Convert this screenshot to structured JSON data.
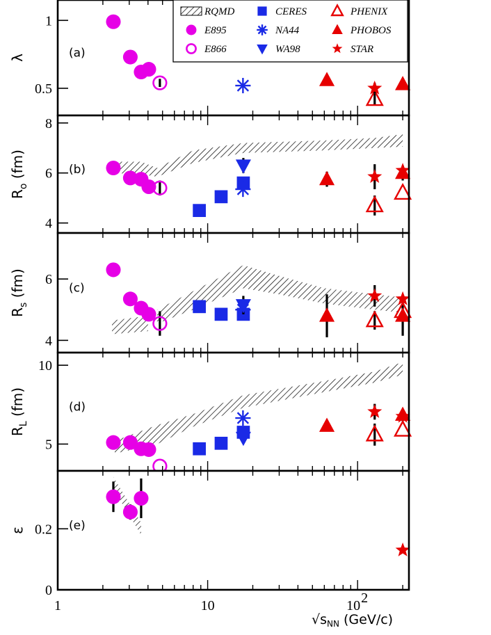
{
  "figure": {
    "xlabel": "√s",
    "xlabel_sub": "NN",
    "xlabel_unit": "(GeV/c)",
    "x_ticks": [
      {
        "value": 1,
        "label": "1"
      },
      {
        "value": 10,
        "label": "10"
      },
      {
        "value": 100,
        "label": "10",
        "sup": "2"
      }
    ]
  },
  "legend": [
    {
      "name": "RQMD",
      "symbol": "hatch",
      "color": "#000000"
    },
    {
      "name": "E895",
      "symbol": "circle-filled",
      "color": "#e600e6"
    },
    {
      "name": "E866",
      "symbol": "circle-open",
      "color": "#e600e6"
    },
    {
      "name": "CERES",
      "symbol": "square-filled",
      "color": "#1a2ae6"
    },
    {
      "name": "NA44",
      "symbol": "asterisk",
      "color": "#1a2ae6"
    },
    {
      "name": "WA98",
      "symbol": "triangle-down",
      "color": "#1a2ae6"
    },
    {
      "name": "PHENIX",
      "symbol": "triangle-open",
      "color": "#e60000"
    },
    {
      "name": "PHOBOS",
      "symbol": "triangle-filled",
      "color": "#e60000"
    },
    {
      "name": "STAR",
      "symbol": "star",
      "color": "#e60000"
    }
  ],
  "chart_data": [
    {
      "type": "scatter",
      "panel": "(a)",
      "ylabel": "λ",
      "ylabel_sub": "",
      "xscale": "log",
      "xlim": [
        1,
        220
      ],
      "ylim": [
        0.3,
        1.15
      ],
      "yticks": [
        {
          "value": 1,
          "label": "1"
        },
        {
          "value": 0.5,
          "label": "0.5"
        }
      ],
      "series": [
        {
          "name": "E895",
          "points": [
            {
              "x": 2.35,
              "y": 0.99,
              "err": 0.05
            },
            {
              "x": 3.05,
              "y": 0.73
            },
            {
              "x": 3.6,
              "y": 0.62
            },
            {
              "x": 4.05,
              "y": 0.64,
              "err": 0.04
            }
          ]
        },
        {
          "name": "E866",
          "points": [
            {
              "x": 4.8,
              "y": 0.54,
              "err": 0.03
            }
          ]
        },
        {
          "name": "NA44",
          "points": [
            {
              "x": 17.2,
              "y": 0.52
            }
          ]
        },
        {
          "name": "PHOBOS",
          "points": [
            {
              "x": 62.4,
              "y": 0.56,
              "err": 0.04
            },
            {
              "x": 200,
              "y": 0.53
            }
          ]
        },
        {
          "name": "PHENIX",
          "points": [
            {
              "x": 130,
              "y": 0.42,
              "err": 0.04
            }
          ]
        },
        {
          "name": "STAR",
          "points": [
            {
              "x": 130,
              "y": 0.5,
              "err": 0.04
            }
          ]
        }
      ]
    },
    {
      "type": "scatter",
      "panel": "(b)",
      "ylabel": "R",
      "ylabel_sub": "o",
      "ylabel_unit": "(fm)",
      "xscale": "log",
      "xlim": [
        1,
        220
      ],
      "ylim": [
        3.6,
        8.3
      ],
      "yticks": [
        {
          "value": 8,
          "label": "8"
        },
        {
          "value": 6,
          "label": "6"
        },
        {
          "value": 4,
          "label": "4"
        }
      ],
      "band": [
        {
          "x": 3.6,
          "y0": 5.95,
          "y1": 6.45
        },
        {
          "x": 4.6,
          "y0": 5.85,
          "y1": 6.2
        },
        {
          "x": 8,
          "y0": 6.4,
          "y1": 6.9
        },
        {
          "x": 17.3,
          "y0": 6.8,
          "y1": 7.2
        },
        {
          "x": 60,
          "y0": 6.9,
          "y1": 7.3
        },
        {
          "x": 130,
          "y0": 7.0,
          "y1": 7.4
        },
        {
          "x": 200,
          "y0": 7.05,
          "y1": 7.55
        }
      ],
      "band2": [
        {
          "x": 2.3,
          "y0": 6.0,
          "y1": 6.45
        },
        {
          "x": 3.6,
          "y0": 5.95,
          "y1": 6.45
        }
      ],
      "series": [
        {
          "name": "E895",
          "points": [
            {
              "x": 2.35,
              "y": 6.2
            },
            {
              "x": 3.05,
              "y": 5.8
            },
            {
              "x": 3.6,
              "y": 5.75
            },
            {
              "x": 4.05,
              "y": 5.45,
              "err": 0.2
            }
          ]
        },
        {
          "name": "E866",
          "points": [
            {
              "x": 4.8,
              "y": 5.4,
              "err": 0.3
            }
          ]
        },
        {
          "name": "CERES",
          "points": [
            {
              "x": 8.8,
              "y": 4.5
            },
            {
              "x": 12.3,
              "y": 5.05
            },
            {
              "x": 17.3,
              "y": 5.6
            }
          ]
        },
        {
          "name": "NA44",
          "points": [
            {
              "x": 17.2,
              "y": 5.35
            }
          ]
        },
        {
          "name": "WA98",
          "points": [
            {
              "x": 17.3,
              "y": 6.3,
              "err": 0.3
            }
          ]
        },
        {
          "name": "PHOBOS",
          "points": [
            {
              "x": 62.4,
              "y": 5.75,
              "err": 0.3
            },
            {
              "x": 200,
              "y": 6.0,
              "err": 0.3
            }
          ]
        },
        {
          "name": "PHENIX",
          "points": [
            {
              "x": 130,
              "y": 4.7,
              "err": 0.4
            },
            {
              "x": 200,
              "y": 5.2
            }
          ]
        },
        {
          "name": "STAR",
          "points": [
            {
              "x": 130,
              "y": 5.85,
              "err": 0.5
            },
            {
              "x": 200,
              "y": 6.1
            }
          ]
        }
      ]
    },
    {
      "type": "scatter",
      "panel": "(c)",
      "ylabel": "R",
      "ylabel_sub": "s",
      "ylabel_unit": "(fm)",
      "xscale": "log",
      "xlim": [
        1,
        220
      ],
      "ylim": [
        3.6,
        7.5
      ],
      "yticks": [
        {
          "value": 6,
          "label": "6"
        },
        {
          "value": 4,
          "label": "4"
        }
      ],
      "band": [
        {
          "x": 4.6,
          "y0": 4.55,
          "y1": 5.0
        },
        {
          "x": 8,
          "y0": 5.0,
          "y1": 5.6
        },
        {
          "x": 17.3,
          "y0": 5.7,
          "y1": 6.45
        },
        {
          "x": 30,
          "y0": 5.5,
          "y1": 6.1
        },
        {
          "x": 60,
          "y0": 5.2,
          "y1": 5.7
        },
        {
          "x": 130,
          "y0": 5.0,
          "y1": 5.5
        },
        {
          "x": 200,
          "y0": 4.9,
          "y1": 5.4
        }
      ],
      "band2": [
        {
          "x": 2.3,
          "y0": 4.2,
          "y1": 4.65
        },
        {
          "x": 4.0,
          "y0": 4.3,
          "y1": 4.8
        }
      ],
      "series": [
        {
          "name": "E895",
          "points": [
            {
              "x": 2.35,
              "y": 6.3,
              "err": 0.15
            },
            {
              "x": 3.05,
              "y": 5.35
            },
            {
              "x": 3.6,
              "y": 5.05
            },
            {
              "x": 4.05,
              "y": 4.85
            }
          ]
        },
        {
          "name": "E866",
          "points": [
            {
              "x": 4.8,
              "y": 4.55,
              "err": 0.4
            }
          ]
        },
        {
          "name": "CERES",
          "points": [
            {
              "x": 8.8,
              "y": 5.1
            },
            {
              "x": 12.3,
              "y": 4.85
            },
            {
              "x": 17.3,
              "y": 4.85
            }
          ]
        },
        {
          "name": "NA44",
          "points": [
            {
              "x": 17.2,
              "y": 5.0
            }
          ]
        },
        {
          "name": "WA98",
          "points": [
            {
              "x": 17.3,
              "y": 5.15,
              "err": 0.3
            }
          ]
        },
        {
          "name": "PHOBOS",
          "points": [
            {
              "x": 62.4,
              "y": 4.8,
              "err": 0.7
            },
            {
              "x": 200,
              "y": 4.8,
              "err": 0.65
            }
          ]
        },
        {
          "name": "PHENIX",
          "points": [
            {
              "x": 130,
              "y": 4.65,
              "err": 0.3
            },
            {
              "x": 200,
              "y": 4.95
            }
          ]
        },
        {
          "name": "STAR",
          "points": [
            {
              "x": 130,
              "y": 5.45,
              "err": 0.35
            },
            {
              "x": 200,
              "y": 5.35
            }
          ]
        }
      ]
    },
    {
      "type": "scatter",
      "panel": "(d)",
      "ylabel": "R",
      "ylabel_sub": "L",
      "ylabel_unit": "(fm)",
      "xscale": "log",
      "xlim": [
        1,
        220
      ],
      "ylim": [
        3.3,
        10.8
      ],
      "yticks": [
        {
          "value": 10,
          "label": "10"
        },
        {
          "value": 5,
          "label": "5"
        }
      ],
      "band": [
        {
          "x": 2.4,
          "y0": 4.4,
          "y1": 5.2
        },
        {
          "x": 4.6,
          "y0": 5.0,
          "y1": 6.2
        },
        {
          "x": 8,
          "y0": 6.1,
          "y1": 6.9
        },
        {
          "x": 17.3,
          "y0": 7.3,
          "y1": 8.1
        },
        {
          "x": 60,
          "y0": 8.3,
          "y1": 9.0
        },
        {
          "x": 130,
          "y0": 8.9,
          "y1": 9.6
        },
        {
          "x": 200,
          "y0": 9.4,
          "y1": 10.2
        }
      ],
      "series": [
        {
          "name": "E895",
          "points": [
            {
              "x": 2.35,
              "y": 5.1
            },
            {
              "x": 3.05,
              "y": 5.1
            },
            {
              "x": 3.6,
              "y": 4.7
            },
            {
              "x": 4.05,
              "y": 4.65
            }
          ]
        },
        {
          "name": "E866",
          "points": [
            {
              "x": 4.8,
              "y": 3.6
            }
          ]
        },
        {
          "name": "CERES",
          "points": [
            {
              "x": 8.8,
              "y": 4.7
            },
            {
              "x": 12.3,
              "y": 5.05
            },
            {
              "x": 17.3,
              "y": 5.75
            }
          ]
        },
        {
          "name": "NA44",
          "points": [
            {
              "x": 17.2,
              "y": 6.65
            }
          ]
        },
        {
          "name": "WA98",
          "points": [
            {
              "x": 17.3,
              "y": 5.4,
              "err": 0.3
            }
          ]
        },
        {
          "name": "PHOBOS",
          "points": [
            {
              "x": 62.4,
              "y": 6.15,
              "err": 0.35
            },
            {
              "x": 200,
              "y": 6.85,
              "err": 0.4
            }
          ]
        },
        {
          "name": "PHENIX",
          "points": [
            {
              "x": 130,
              "y": 5.6,
              "err": 0.7
            },
            {
              "x": 200,
              "y": 5.9
            }
          ]
        },
        {
          "name": "STAR",
          "points": [
            {
              "x": 130,
              "y": 7.05,
              "err": 0.5
            },
            {
              "x": 200,
              "y": 6.75
            }
          ]
        }
      ]
    },
    {
      "type": "scatter",
      "panel": "(e)",
      "ylabel": "ε",
      "ylabel_sub": "",
      "xscale": "log",
      "xlim": [
        1,
        220
      ],
      "ylim": [
        0,
        0.39
      ],
      "yticks": [
        {
          "value": 0.2,
          "label": "0.2"
        },
        {
          "value": 0,
          "label": "0"
        }
      ],
      "band": [
        {
          "x": 2.35,
          "y0": 0.33,
          "y1": 0.37
        },
        {
          "x": 3.6,
          "y0": 0.18,
          "y1": 0.22
        }
      ],
      "series": [
        {
          "name": "E895",
          "points": [
            {
              "x": 2.35,
              "y": 0.305,
              "err": 0.05
            },
            {
              "x": 3.05,
              "y": 0.255,
              "err": 0.025
            },
            {
              "x": 3.6,
              "y": 0.3,
              "err": 0.065
            }
          ]
        },
        {
          "name": "STAR",
          "points": [
            {
              "x": 200,
              "y": 0.13
            }
          ]
        }
      ]
    }
  ]
}
